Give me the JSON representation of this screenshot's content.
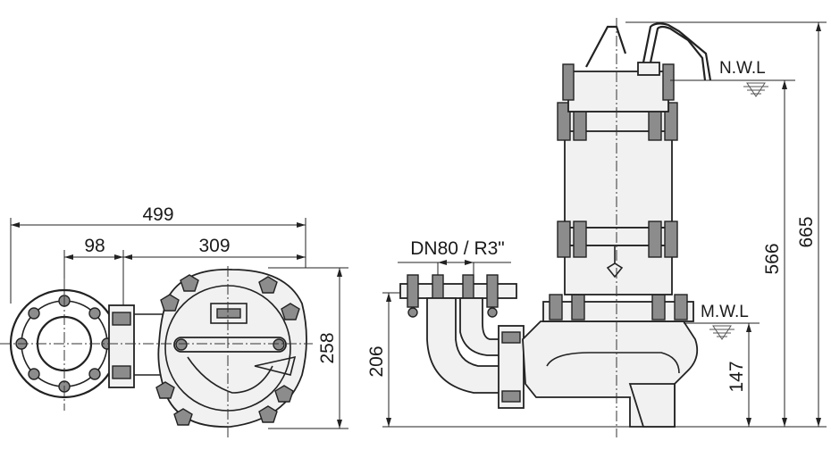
{
  "dimensions": {
    "overall_width": "499",
    "offset_left": "98",
    "offset_right": "309",
    "plan_depth": "258",
    "outlet_height": "206",
    "nwl_height": "566",
    "total_height": "665",
    "mwl_height": "147"
  },
  "labels": {
    "outlet": "DN80 / R3\"",
    "nwl": "N.W.L",
    "mwl": "M.W.L"
  }
}
